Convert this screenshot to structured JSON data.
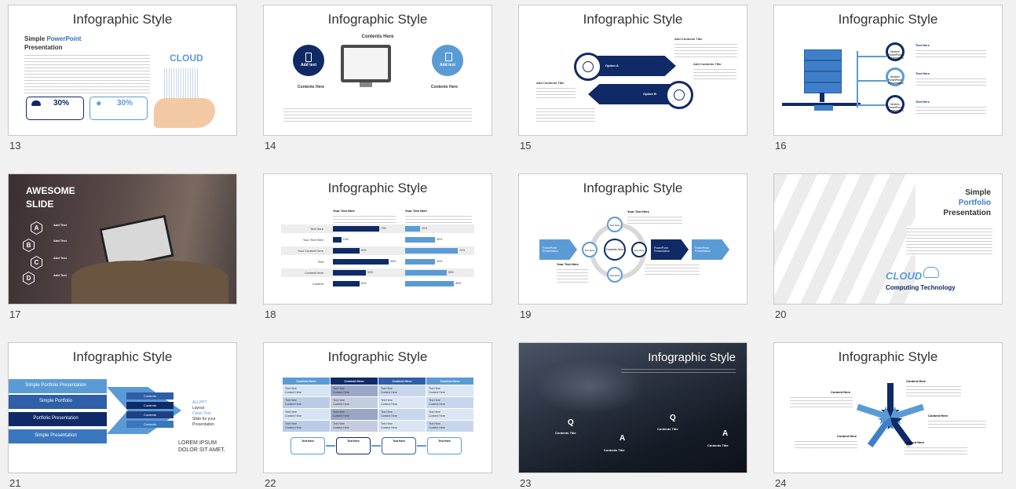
{
  "slides": [
    {
      "num": "13",
      "title": "Infographic Style",
      "heading1": "Simple ",
      "heading2": "PowerPoint",
      "heading3": "Presentation",
      "cloud": "CLOUD",
      "stat1": "30%",
      "stat2": "30%"
    },
    {
      "num": "14",
      "title": "Infographic Style",
      "contents": "Contents Here",
      "left_label": "Add text",
      "right_label": "Add text",
      "left_title": "Contents Here",
      "right_title": "Contents Here"
    },
    {
      "num": "15",
      "title": "Infographic Style",
      "optA": "Option A",
      "optB": "Option B",
      "left_title": "Add Contents  Title",
      "right_title": "Add Contents  Title",
      "top_title": "Add Contents  Title"
    },
    {
      "num": "16",
      "title": "Infographic Style",
      "items": [
        "Text Here",
        "Text Here",
        "Text Here"
      ],
      "circle_text": "Modern PowerPoint Presentation"
    },
    {
      "num": "17",
      "title": "AWESOME",
      "title2": "SLIDE",
      "letters": [
        "A",
        "B",
        "C",
        "D"
      ],
      "item_title": "Add Text"
    },
    {
      "num": "18",
      "title": "Infographic Style",
      "col1": "Your Text  Here",
      "col2": "Your Text  Here",
      "rows": [
        "Text Here",
        "Your Text Here",
        "Your Content  Here",
        "Text",
        "Content Here",
        "Content"
      ],
      "left_vals": [
        "70%",
        "13%",
        "40%",
        "85%",
        "50%",
        "40%"
      ],
      "right_vals": [
        "20%",
        "40%",
        "70%",
        "40%",
        "55%",
        "65%"
      ]
    },
    {
      "num": "19",
      "title": "Infographic Style",
      "left_label": "PowerPoint Presentation",
      "right_label": "PowerPoint Presentation",
      "mid_label": "PowerPoint Presentation",
      "center": "Contents Here",
      "node": "Text Here",
      "top_title": "Your Text Here",
      "bottom_title": "Your Text Here"
    },
    {
      "num": "20",
      "line1": "Simple",
      "line2": "Portfolio",
      "line3": "Presentation",
      "cloud": "CLOUD",
      "footer": "Computing Technology"
    },
    {
      "num": "21",
      "title": "Infographic Style",
      "bars": [
        "Simple Portfolio Presentation",
        "Simple Portfolio",
        "Portfolio Presentation",
        "Simple Presentation"
      ],
      "contents": "Contents",
      "side": [
        "ALLPPT",
        "Layout",
        "Clean Text",
        "Slide for your",
        "Presentation"
      ],
      "lorem1": "LOREM IPSUM",
      "lorem2": "DOLOR SIT AMET,"
    },
    {
      "num": "22",
      "title": "Infographic Style",
      "headers": [
        "Content Here",
        "Content Here",
        "Content Here",
        "Content Here"
      ],
      "cell1": "Text Here",
      "cell2": "Content Here",
      "flow": [
        "Text Here",
        "Text Here",
        "Text Here",
        "Text Here"
      ]
    },
    {
      "num": "23",
      "title": "Infographic Style",
      "q": "Q",
      "a": "A",
      "item": "Contents  Title"
    },
    {
      "num": "24",
      "title": "Infographic Style",
      "item": "Content Here"
    }
  ],
  "colors": {
    "navy": "#0f2a66",
    "blue": "#3f7fca",
    "light_blue": "#5b9bd5",
    "page_bg": "#f1f1f1"
  }
}
